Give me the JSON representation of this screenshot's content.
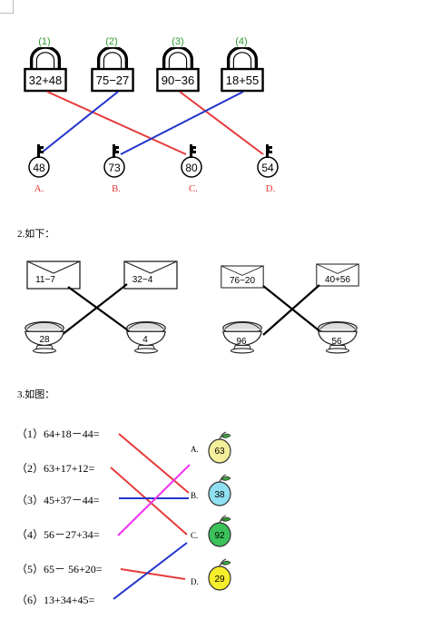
{
  "section1": {
    "locks": [
      {
        "index": "(1)",
        "expr": "32+48"
      },
      {
        "index": "(2)",
        "expr": "75−27"
      },
      {
        "index": "(3)",
        "expr": "90−36"
      },
      {
        "index": "(4)",
        "expr": "18+55"
      }
    ],
    "keys": [
      {
        "value": "48",
        "letter": "A."
      },
      {
        "value": "73",
        "letter": "B."
      },
      {
        "value": "80",
        "letter": "C."
      },
      {
        "value": "54",
        "letter": "D."
      }
    ]
  },
  "section2": {
    "heading": "2.如下：",
    "groups": [
      {
        "envelopes": [
          "11−7",
          "32−4"
        ],
        "bowls": [
          "28",
          "4"
        ]
      },
      {
        "envelopes": [
          "76−20",
          "40+56"
        ],
        "bowls": [
          "96",
          "56"
        ]
      }
    ]
  },
  "section3": {
    "heading": "3.如图：",
    "equations": [
      "（1）64+18－44=",
      "（2）63+17+12=",
      "（3）45+37－44=",
      "（4）56－27+34=",
      "（5）65－ 56+20=",
      "（6）13+34+45="
    ],
    "apples": [
      {
        "letter": "A.",
        "value": "63"
      },
      {
        "letter": "B.",
        "value": "38"
      },
      {
        "letter": "C.",
        "value": "92"
      },
      {
        "letter": "D.",
        "value": "29"
      }
    ]
  },
  "colors": {
    "red": "#e63a3a",
    "blue": "#2233cc",
    "magenta": "#ee33ee",
    "green_index": "#2e9a2e",
    "apple_a": "#f3ef9a",
    "apple_b": "#8fe0f0",
    "apple_c": "#3bc25a",
    "apple_d": "#f5ee2a"
  }
}
